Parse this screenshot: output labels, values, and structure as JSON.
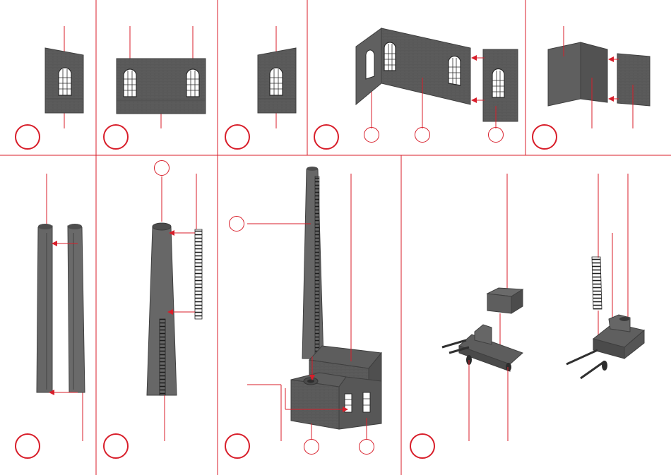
{
  "sheet": {
    "accent_color": "#d81e2a",
    "part_fill": "#595959",
    "part_edge": "#3f3f3f",
    "window_fill": "#ffffff"
  },
  "steps": [
    {
      "id": "step-1",
      "number": ""
    },
    {
      "id": "step-2",
      "number": ""
    },
    {
      "id": "step-3",
      "number": ""
    },
    {
      "id": "step-4",
      "number": ""
    },
    {
      "id": "step-5",
      "number": ""
    },
    {
      "id": "step-6",
      "number": ""
    },
    {
      "id": "step-7",
      "number": ""
    },
    {
      "id": "step-8",
      "number": ""
    },
    {
      "id": "step-9",
      "number": ""
    }
  ],
  "part_refs": {
    "wall_left": "",
    "wall_back": "",
    "wall_right": "",
    "chimney_top": "",
    "chimney_base": "",
    "boiler_house_side": "",
    "boiler_house_front": ""
  },
  "icons": {
    "callout_line": "leader-line",
    "arrow": "assembly-arrow"
  }
}
